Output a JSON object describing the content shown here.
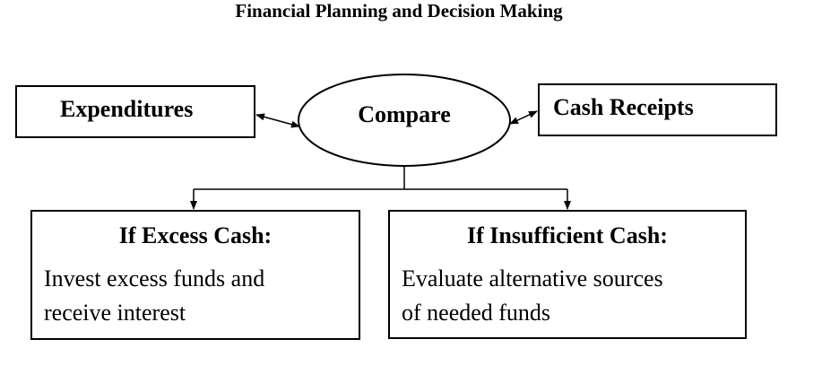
{
  "title": "Financial Planning and Decision Making",
  "nodes": {
    "expenditures": "Expenditures",
    "compare": "Compare",
    "cash_receipts": "Cash Receipts"
  },
  "outcomes": {
    "excess": {
      "heading": "If Excess Cash:",
      "line1": "Invest excess funds and",
      "line2": "receive interest"
    },
    "insufficient": {
      "heading": "If Insufficient Cash:",
      "line1": "Evaluate alternative sources",
      "line2": "of needed funds"
    }
  }
}
